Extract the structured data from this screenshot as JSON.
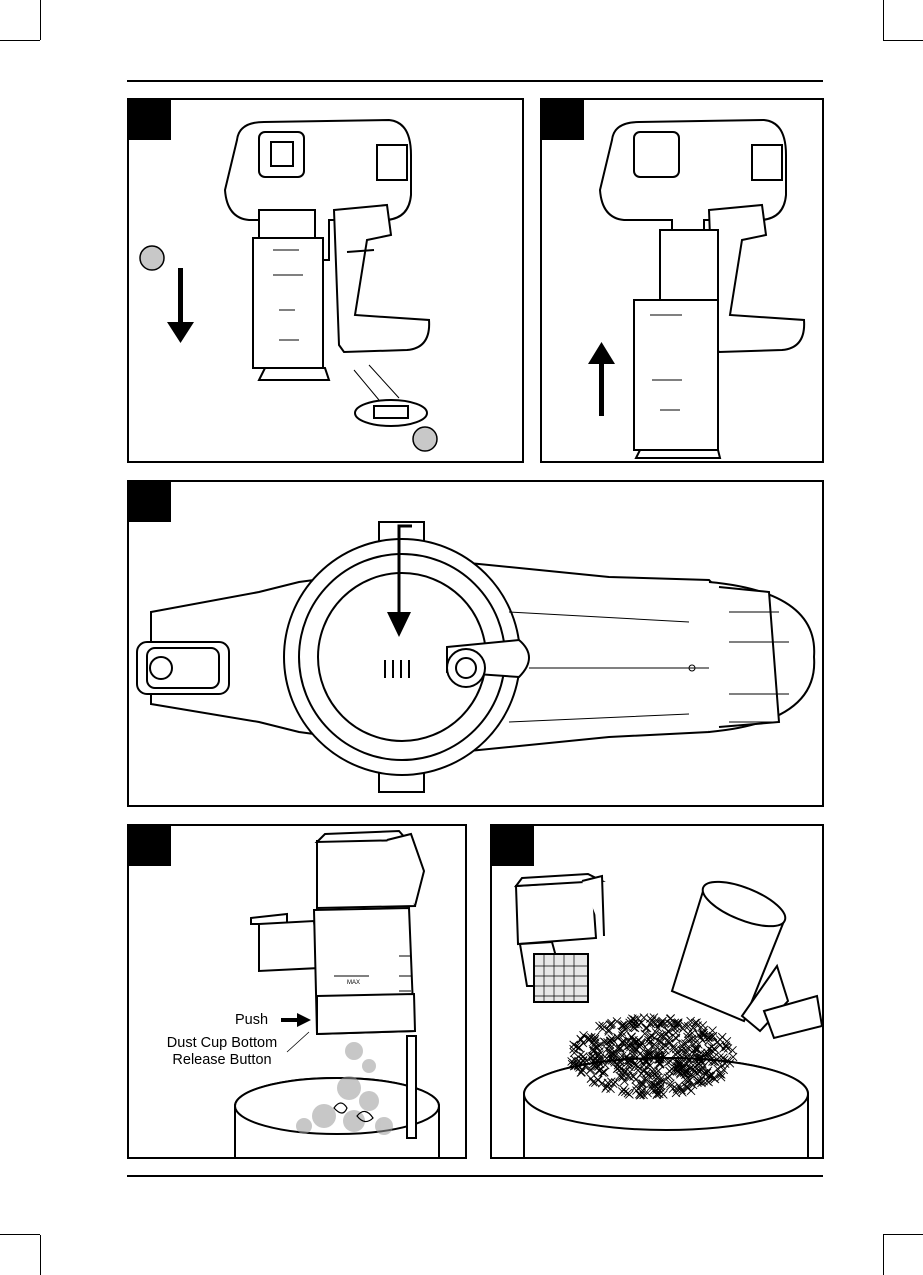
{
  "page": {
    "colors": {
      "ink": "#000000",
      "paper": "#ffffff",
      "marker": "#c8c8c8",
      "dust": "#9a9a9a"
    }
  },
  "figures": [
    {
      "id": "fig-1",
      "depicts": "dust-cup-detach"
    },
    {
      "id": "fig-2",
      "depicts": "dust-cup-attach"
    },
    {
      "id": "fig-3",
      "depicts": "cyclone-lid-top-view"
    },
    {
      "id": "fig-4",
      "depicts": "dust-cup-bottom-release"
    },
    {
      "id": "fig-5",
      "depicts": "emptying-into-bin"
    }
  ],
  "fig4": {
    "push_label": "Push",
    "release_label_line1": "Dust Cup Bottom",
    "release_label_line2": "Release Button",
    "max_mark": "MAX"
  },
  "icons": [
    "down-arrow-icon",
    "up-arrow-icon",
    "step-marker-icon"
  ]
}
